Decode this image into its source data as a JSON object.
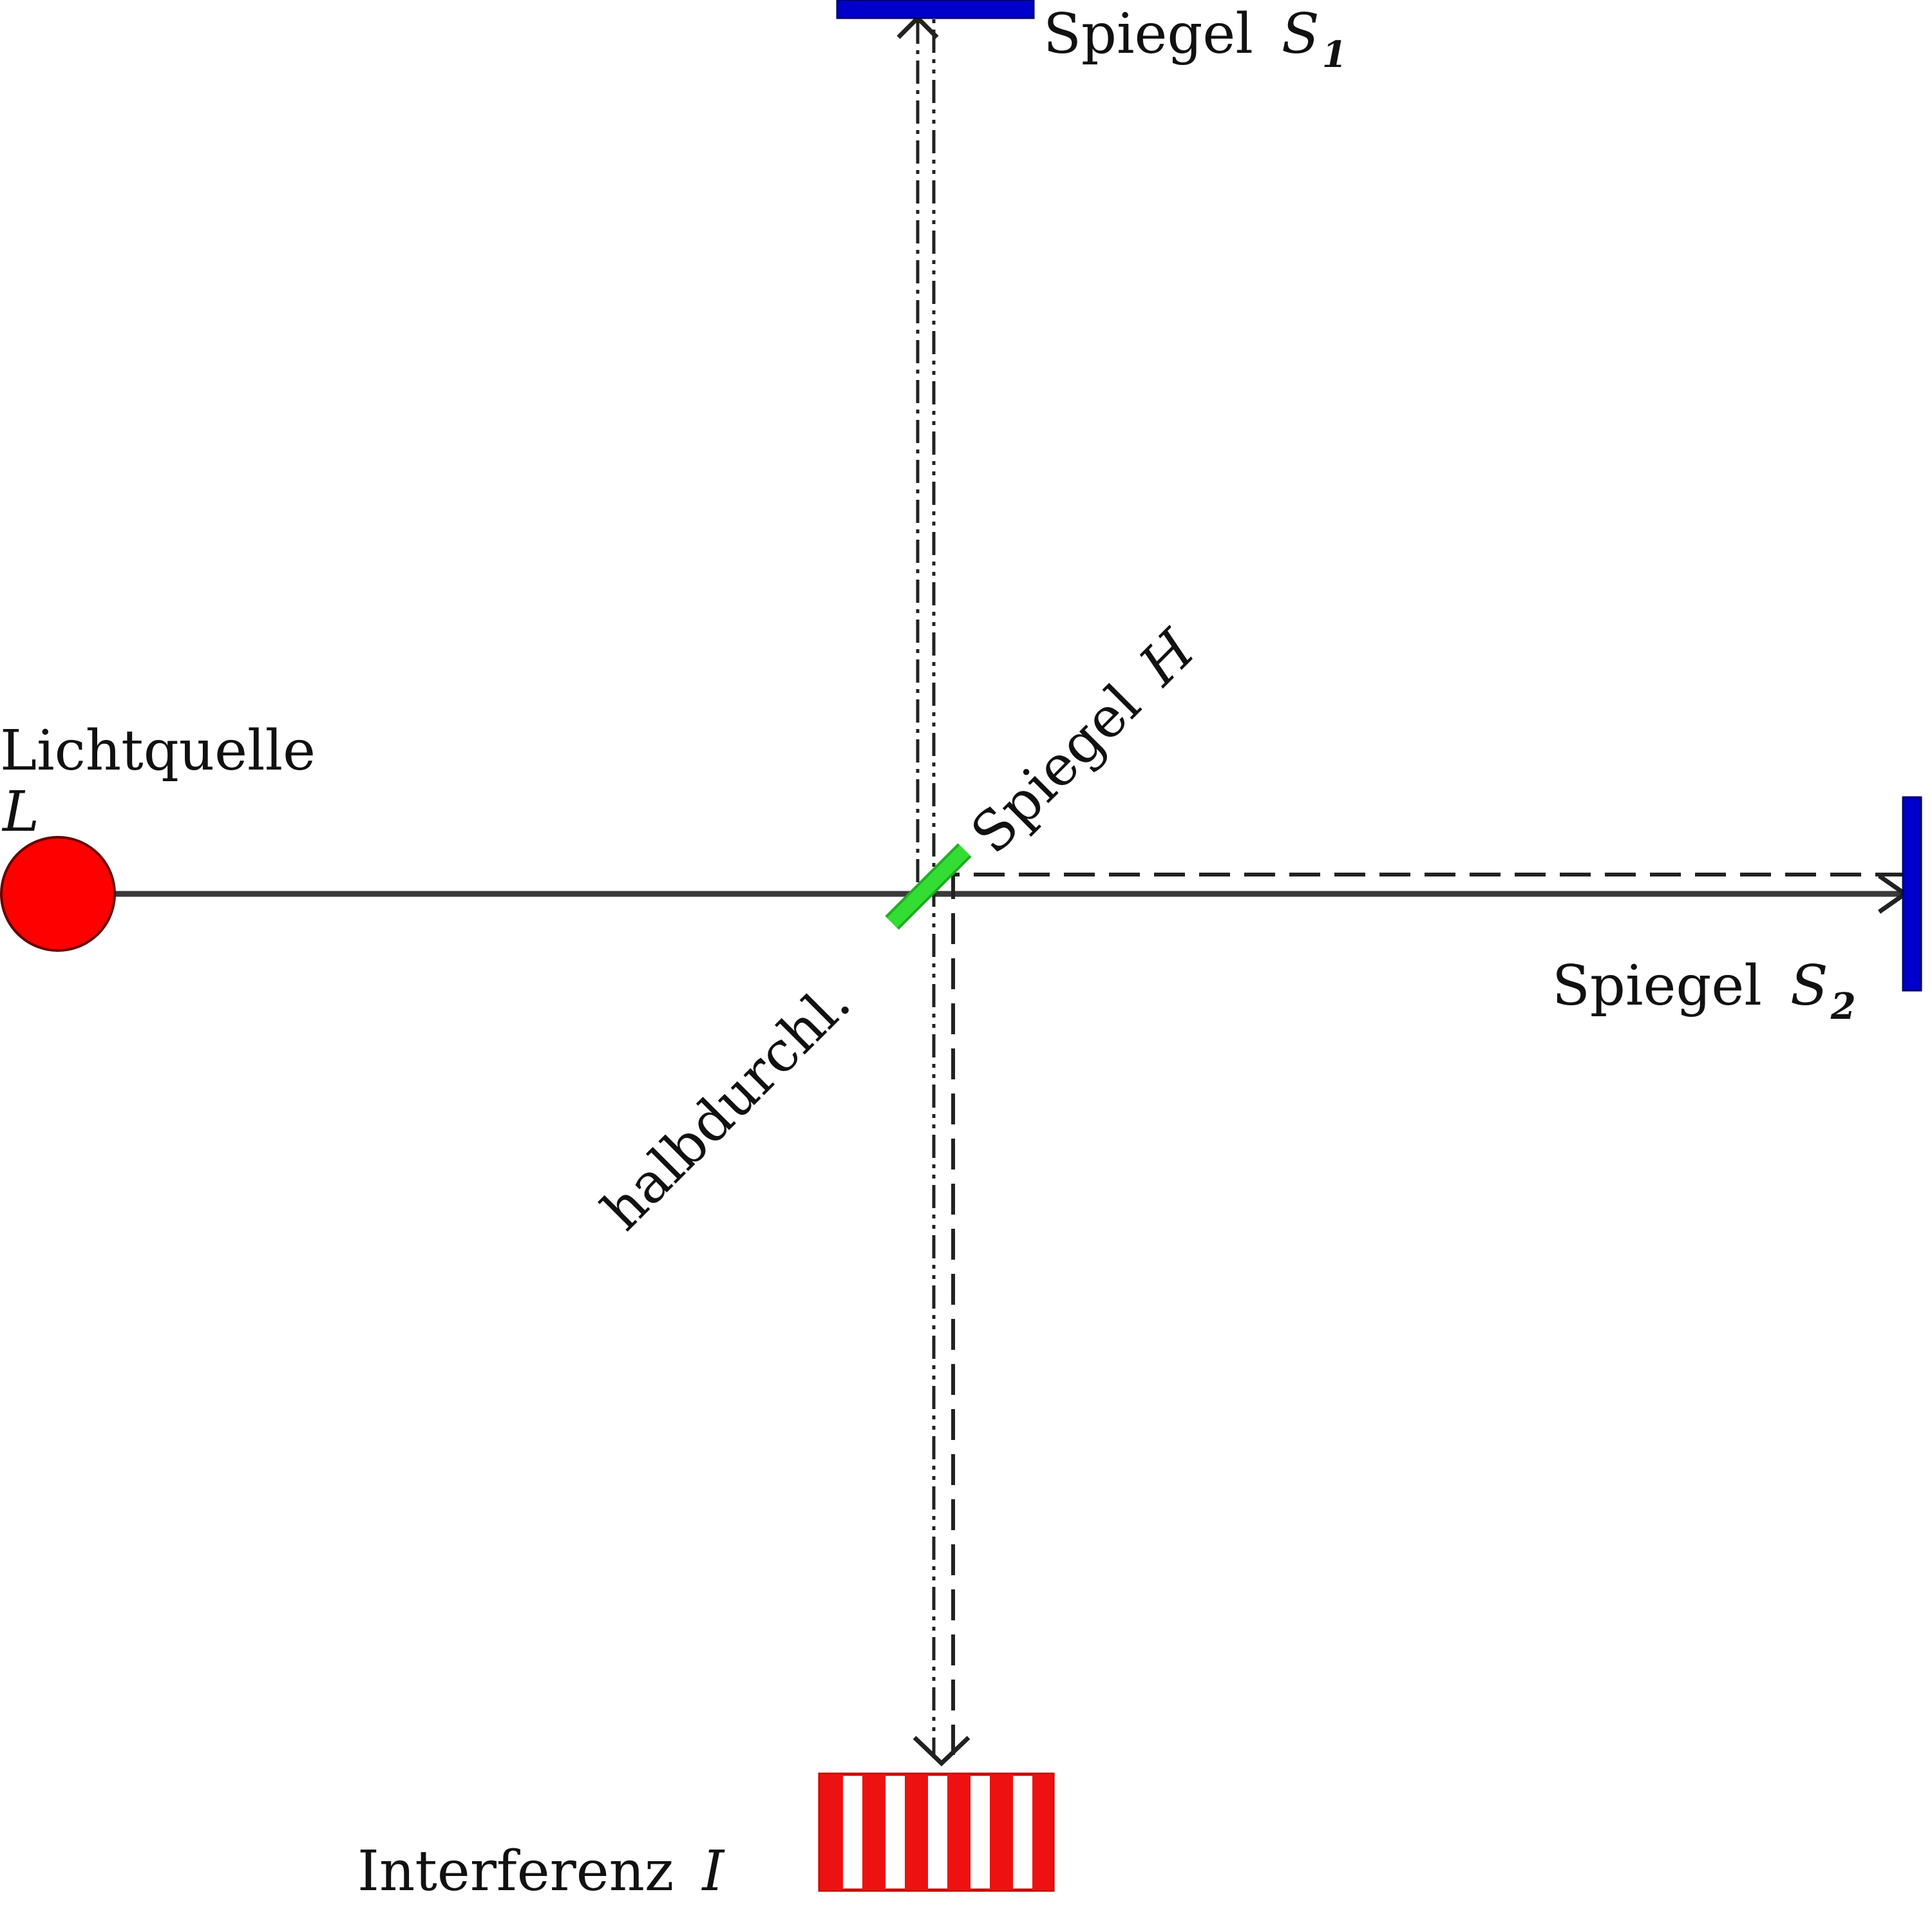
{
  "light_source": {
    "label": "Lichtquelle",
    "symbol": "L",
    "color": "#ff0000"
  },
  "beam_splitter": {
    "label_line1": "halbdurchl.",
    "label_line2": "Spiegel",
    "symbol": "H",
    "color": "#33dd33"
  },
  "mirror_1": {
    "label": "Spiegel",
    "symbol": "S",
    "subscript": "1",
    "color": "#0000cc"
  },
  "mirror_2": {
    "label": "Spiegel",
    "symbol": "S",
    "subscript": "2",
    "color": "#0000cc"
  },
  "screen": {
    "label": "Interferenz",
    "symbol": "I",
    "stripe_color": "#ee1111"
  }
}
